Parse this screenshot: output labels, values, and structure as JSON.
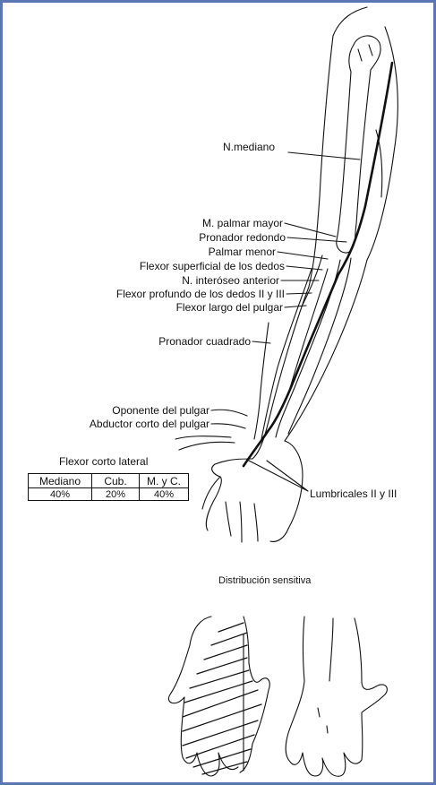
{
  "labels": {
    "n_mediano": "N.mediano",
    "palmar_mayor": "M. palmar mayor",
    "pronador_redondo": "Pronador redondo",
    "palmar_menor": "Palmar menor",
    "flexor_superficial": "Flexor superficial de los dedos",
    "interoseo": "N. interóseo anterior",
    "flexor_profundo": "Flexor profundo de los dedos II y III",
    "flexor_largo": "Flexor largo del pulgar",
    "pronador_cuadrado": "Pronador cuadrado",
    "oponente": "Oponente del pulgar",
    "abductor": "Abductor corto del pulgar",
    "flexor_corto": "Flexor corto lateral",
    "lumbricales": "Lumbricales II y III",
    "distribucion": "Distribución sensitiva"
  },
  "table": {
    "headers": [
      "Mediano",
      "Cub.",
      "M. y C."
    ],
    "values": [
      "40%",
      "20%",
      "40%"
    ]
  },
  "colors": {
    "frame": "#5b77b3",
    "line": "#111111"
  }
}
